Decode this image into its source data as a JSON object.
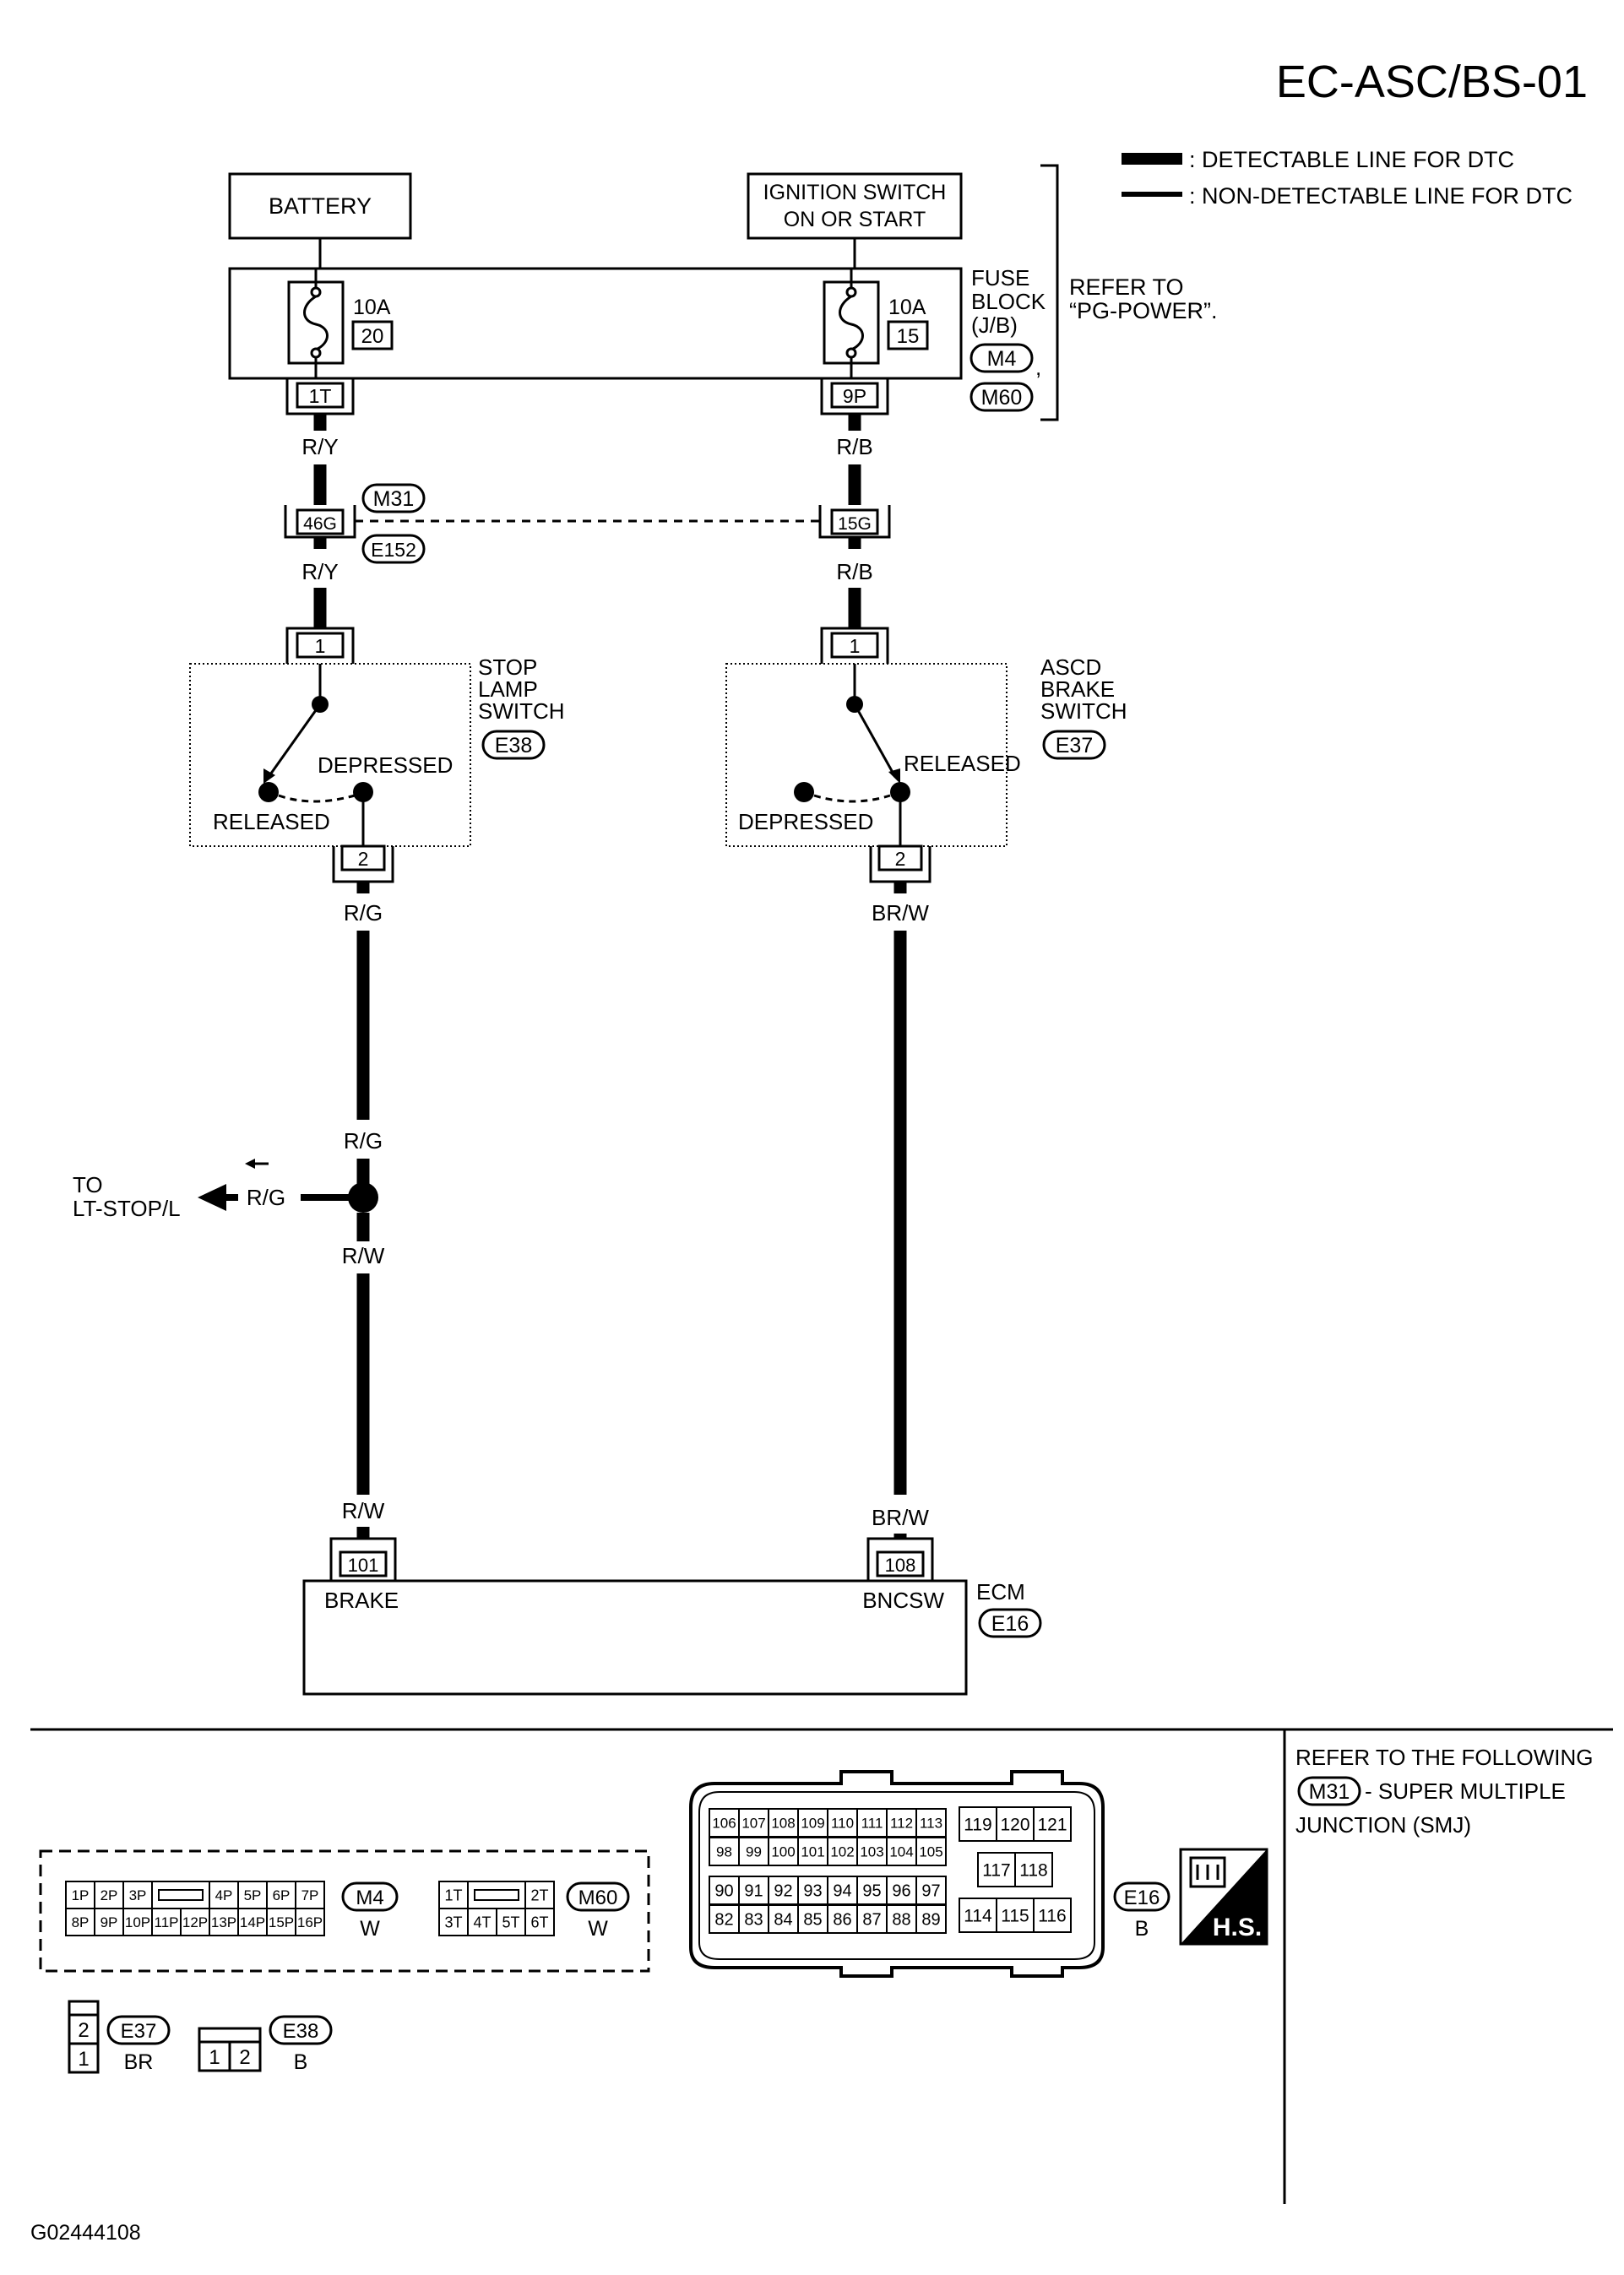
{
  "page_title": "EC-ASC/BS-01",
  "legend": {
    "detectable": ": DETECTABLE LINE FOR DTC",
    "non_detectable": ": NON-DETECTABLE LINE FOR DTC"
  },
  "battery": "BATTERY",
  "ignition": {
    "line1": "IGNITION SWITCH",
    "line2": "ON OR START"
  },
  "fuse_left": {
    "rating": "10A",
    "number": "20"
  },
  "fuse_right": {
    "rating": "10A",
    "number": "15"
  },
  "fuse_block": {
    "line1": "FUSE",
    "line2": "BLOCK",
    "line3": "(J/B)",
    "conn1": "M4",
    "comma": ",",
    "conn2": "M60"
  },
  "refer_to": {
    "line1": "REFER TO",
    "line2": "“PG-POWER”."
  },
  "terminals": {
    "fuse_left": "1T",
    "fuse_right": "9P",
    "joint_left": "46G",
    "joint_right": "15G",
    "stop_in": "1",
    "stop_out": "2",
    "ascd_in": "1",
    "ascd_out": "2",
    "ecm_left": "101",
    "ecm_right": "108"
  },
  "joint_connectors": {
    "top": "M31",
    "bottom": "E152"
  },
  "wires": {
    "left_top1": "R/Y",
    "left_top2": "R/Y",
    "right_top1": "R/B",
    "right_top2": "R/B",
    "left_mid": "R/G",
    "left_mid2": "R/G",
    "branch": "R/G",
    "left_low": "R/W",
    "left_bottom": "R/W",
    "right_mid": "BR/W",
    "right_bottom": "BR/W"
  },
  "stop_lamp_switch": {
    "line1": "STOP",
    "line2": "LAMP",
    "line3": "SWITCH",
    "conn": "E38",
    "depressed": "DEPRESSED",
    "released": "RELEASED"
  },
  "ascd_brake_switch": {
    "line1": "ASCD",
    "line2": "BRAKE",
    "line3": "SWITCH",
    "conn": "E37",
    "released": "RELEASED",
    "depressed": "DEPRESSED"
  },
  "to_lt": {
    "line1": "TO",
    "line2": "LT-STOP/L"
  },
  "ecm": {
    "label": "ECM",
    "conn": "E16",
    "pin_left": "BRAKE",
    "pin_right": "BNCSW"
  },
  "refer_following": {
    "line1": "REFER TO THE FOLLOWING",
    "conn": "M31",
    "line2": "- SUPER MULTIPLE",
    "line3": "JUNCTION (SMJ)"
  },
  "m4_connector": {
    "row1": [
      "1P",
      "2P",
      "3P",
      "",
      "4P",
      "5P",
      "6P",
      "7P"
    ],
    "row2": [
      "8P",
      "9P",
      "10P",
      "11P",
      "12P",
      "13P",
      "14P",
      "15P",
      "16P"
    ],
    "id": "M4",
    "color": "W"
  },
  "m60_connector": {
    "row1": [
      "1T",
      "",
      "2T"
    ],
    "row2": [
      "3T",
      "4T",
      "5T",
      "6T"
    ],
    "id": "M60",
    "color": "W"
  },
  "e16_connector": {
    "rowA": [
      "106",
      "107",
      "108",
      "109",
      "110",
      "111",
      "112",
      "113"
    ],
    "rowB": [
      "98",
      "99",
      "100",
      "101",
      "102",
      "103",
      "104",
      "105"
    ],
    "rowC": [
      "90",
      "91",
      "92",
      "93",
      "94",
      "95",
      "96",
      "97"
    ],
    "rowD": [
      "82",
      "83",
      "84",
      "85",
      "86",
      "87",
      "88",
      "89"
    ],
    "top3": [
      "119",
      "120",
      "121"
    ],
    "mid2": [
      "117",
      "118"
    ],
    "bot3": [
      "114",
      "115",
      "116"
    ],
    "id": "E16",
    "color": "B"
  },
  "hs": "H.S.",
  "e37_connector": {
    "pins": [
      "2",
      "1"
    ],
    "id": "E37",
    "color": "BR"
  },
  "e38_connector": {
    "pins": [
      "1",
      "2"
    ],
    "id": "E38",
    "color": "B"
  },
  "figure_id": "G02444108"
}
